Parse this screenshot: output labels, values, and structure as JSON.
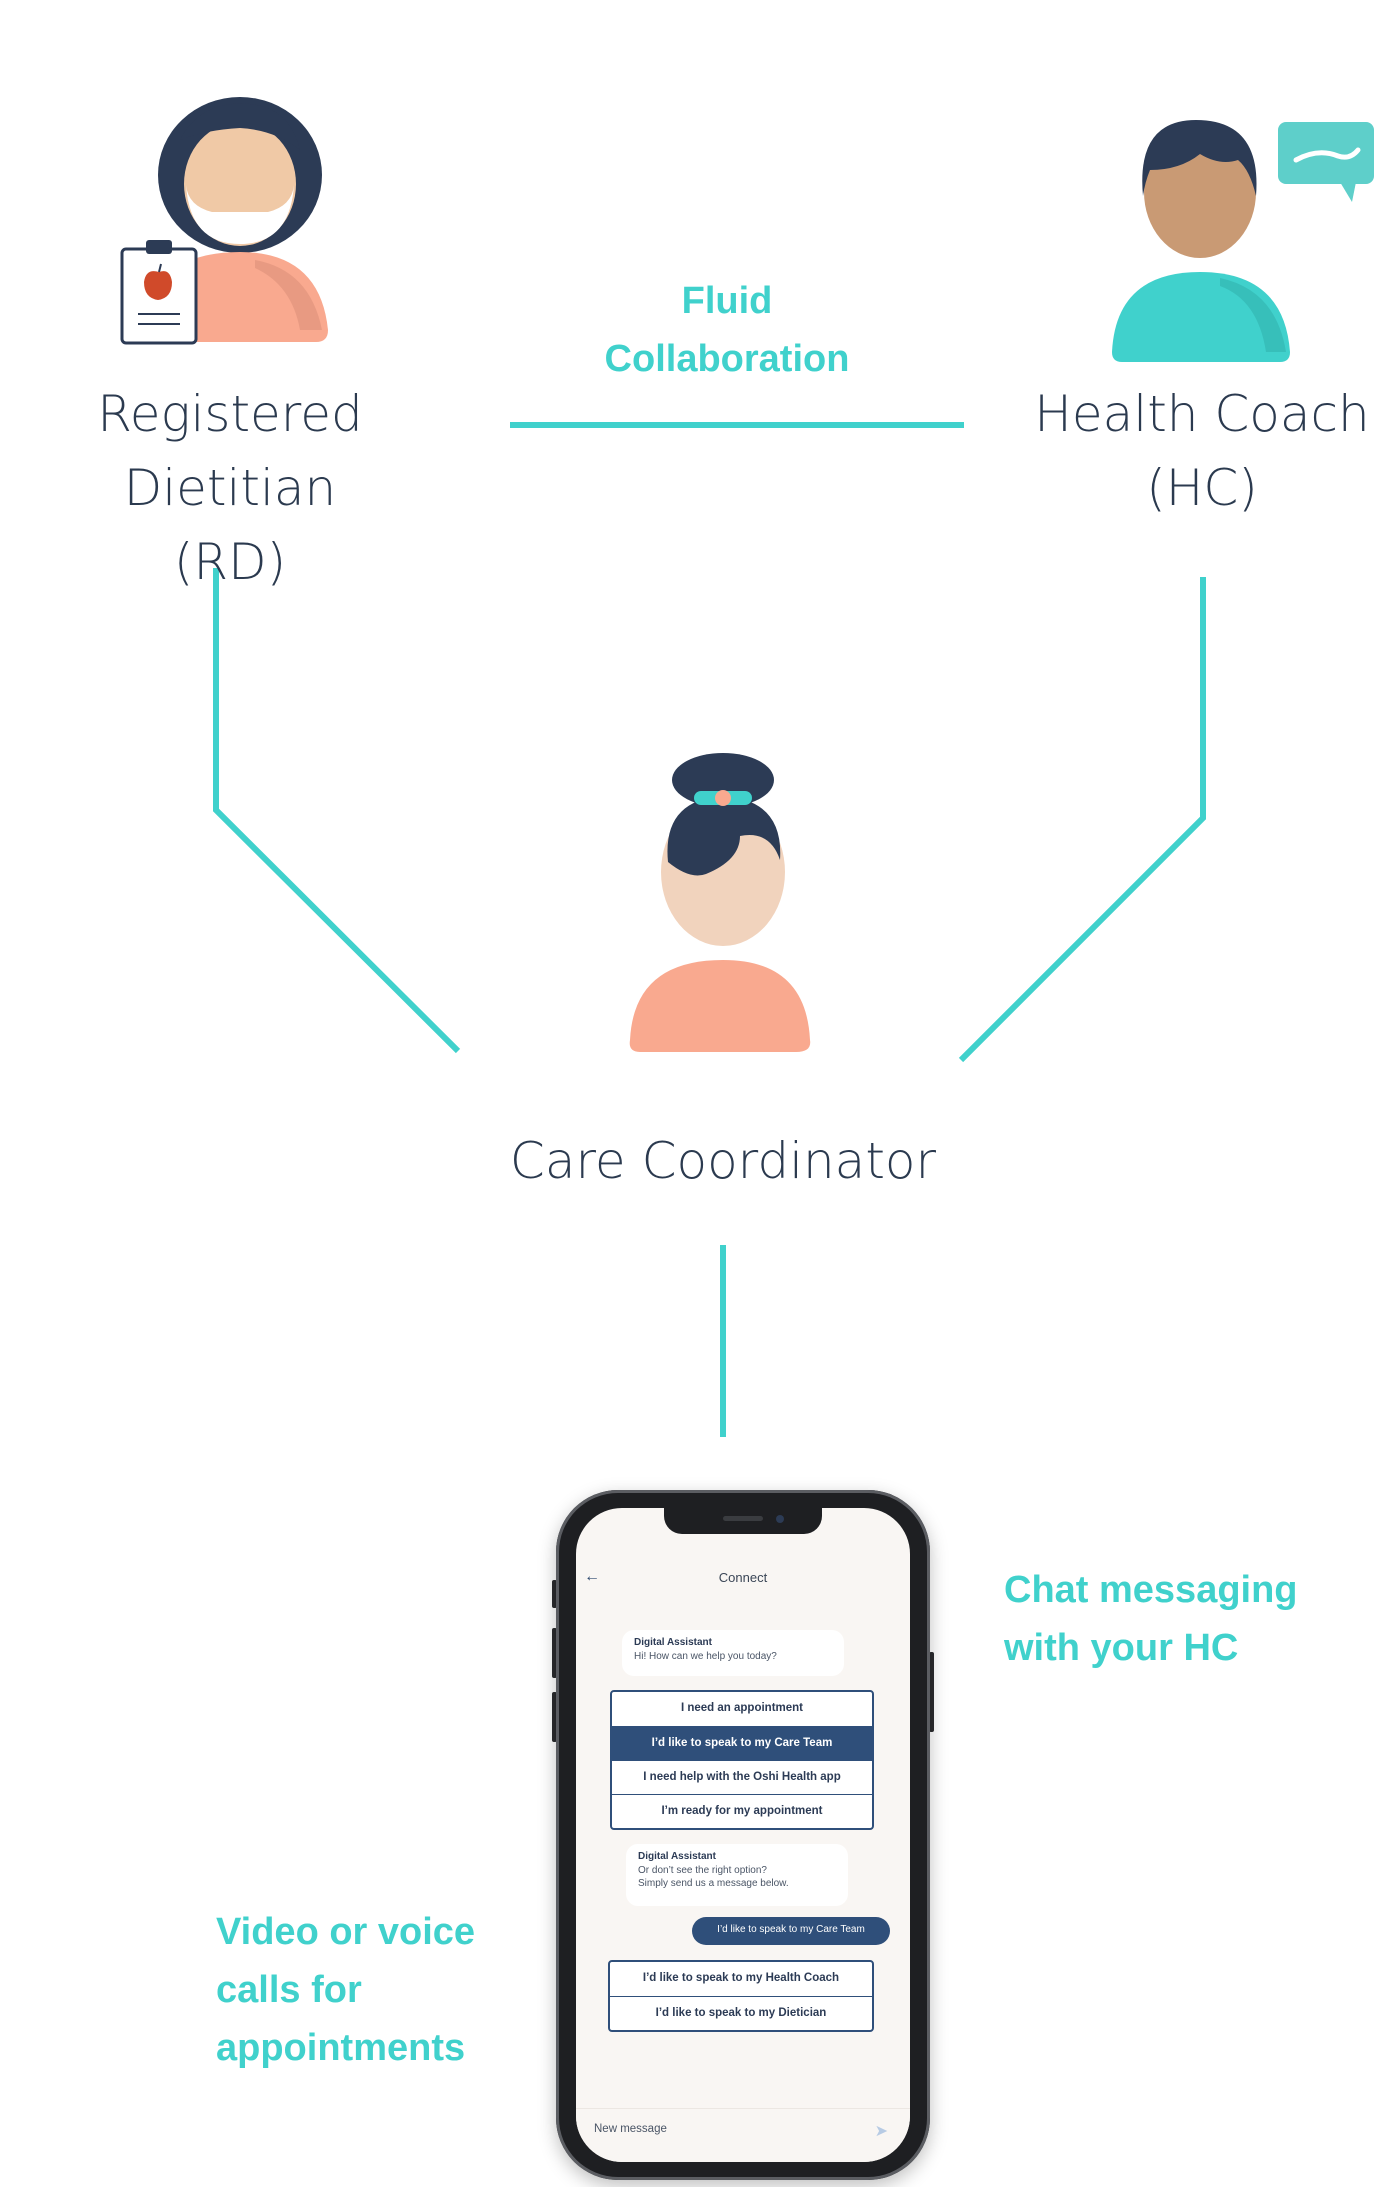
{
  "diagram": {
    "roles": {
      "rd": {
        "line1": "Registered Dietitian",
        "line2": "(RD)"
      },
      "hc": {
        "line1": "Health Coach",
        "line2": "(HC)"
      },
      "cc": {
        "label": "Care Coordinator"
      }
    },
    "collaboration": {
      "line1": "Fluid",
      "line2": "Collaboration"
    },
    "callouts": {
      "chat": {
        "line1": "Chat messaging",
        "line2": "with your HC"
      },
      "video": {
        "line1": "Video or voice",
        "line2": "calls for",
        "line3": "appointments"
      }
    },
    "colors": {
      "accent": "#40d1cc",
      "navy": "#2c3b55",
      "text": "#2b3a4f",
      "skin_rd": "#f0c9a6",
      "shirt_rd": "#f9a98f",
      "skin_hc": "#c99a74",
      "shirt_hc": "#40d1cc"
    },
    "icons": [
      "dietitian-avatar",
      "clipboard-apple-icon",
      "health-coach-avatar",
      "chat-bubble-icon",
      "care-coordinator-avatar"
    ]
  },
  "phone": {
    "header": {
      "back_icon": "back-arrow-icon",
      "title": "Connect"
    },
    "assistant_greeting": {
      "sender": "Digital Assistant",
      "text": "Hi! How can we help you today?"
    },
    "options_1": [
      {
        "label": "I need an appointment",
        "selected": false
      },
      {
        "label": "I’d like to speak to my Care Team",
        "selected": true
      },
      {
        "label": "I need help with the Oshi Health app",
        "selected": false
      },
      {
        "label": "I’m ready for my appointment",
        "selected": false
      }
    ],
    "assistant_followup": {
      "sender": "Digital Assistant",
      "line1": "Or don’t see the right option?",
      "line2": "Simply send us a message below."
    },
    "user_reply": "I’d like to speak to my Care Team",
    "options_2": [
      {
        "label": "I’d like to speak to my Health Coach"
      },
      {
        "label": "I’d like to speak to my Dietician"
      }
    ],
    "composer": {
      "placeholder": "New message",
      "send_icon": "send-icon"
    }
  }
}
